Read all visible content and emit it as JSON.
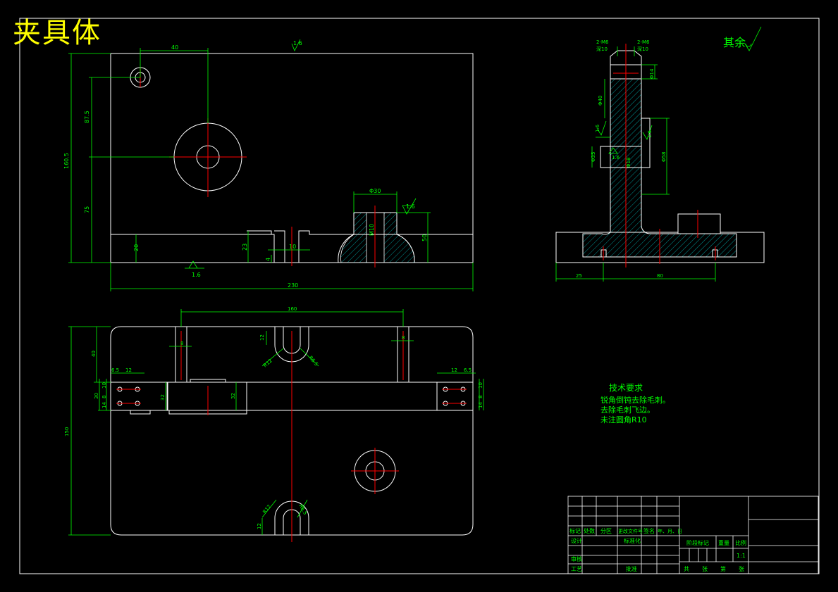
{
  "drawing": {
    "title": "夹具体",
    "rest_roughness": "其余",
    "tech_requirements": {
      "heading": "技术要求",
      "lines": [
        "锐角倒钝去除毛刺。",
        "去除毛刺飞边。",
        "未注圆角R10"
      ]
    }
  },
  "dimensions": {
    "front_top_width": "40",
    "front_roughness_top": "1.6",
    "front_height_total": "160.5",
    "front_height_upper": "87.5",
    "front_height_lower": "75",
    "front_slot_height": "20",
    "front_step": "23",
    "front_slot_width": "10",
    "front_small": "4",
    "front_boss_dia": "Φ30",
    "front_bore": "M10",
    "front_roughness_boss": "1.6",
    "front_boss_h": "50",
    "front_roughness_bottom": "1.6",
    "front_overall_width": "230",
    "side_hole_left": "2-M6",
    "side_hole_left_depth": "深10",
    "side_hole_right": "2-M6",
    "side_hole_right_depth": "深10",
    "side_d1": "Φ14",
    "side_d2": "Φ40",
    "side_r1": "1.6",
    "side_r2": "1.6",
    "side_r3": "1.6",
    "side_d3": "Φ35",
    "side_d4": "Φ18",
    "side_d5": "Φ58",
    "side_left_w": "25",
    "side_width": "80",
    "top_width_mid": "160",
    "top_height_upper": "40",
    "top_slot": "8",
    "top_slot_r": "12",
    "top_r1": "R12",
    "top_r2": "R6.5",
    "top_slot_right": "8",
    "top_left_6": "6.5",
    "top_left_12": "12",
    "top_left_10": "10",
    "top_left_8": "8",
    "top_left_30": "30",
    "top_left_14": "14",
    "top_mid_32": "32",
    "top_mid_32b": "32",
    "top_right_12": "12",
    "top_right_6": "6.5",
    "top_right_10": "10",
    "top_right_8": "8",
    "top_right_14": "14",
    "top_overall_h": "150",
    "top_r3": "R12",
    "top_r4": "R6.5",
    "top_bottom_slot": "12"
  },
  "title_block": {
    "col_headers": [
      "标记",
      "处数",
      "分区",
      "更改文件号",
      "签名",
      "年、月、日"
    ],
    "rows": [
      "设计",
      "审核",
      "工艺"
    ],
    "standardize": "标准化",
    "approve": "批准",
    "stage_mark": "阶段标记",
    "weight": "重量",
    "scale_label": "比例",
    "scale": "1:1",
    "sheets_total": "共",
    "sheets_label": "张",
    "sheet_no": "第",
    "sheet_label": "张"
  }
}
